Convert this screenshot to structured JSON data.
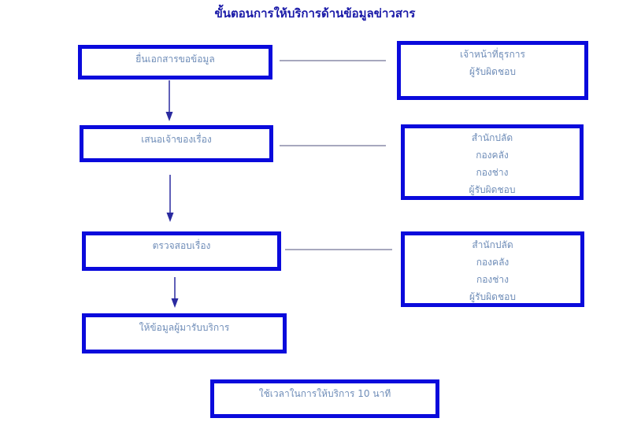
{
  "title": "ขั้นตอนการให้บริการด้านข้อมูลข่าวสาร",
  "steps": [
    {
      "label": "ยื่นเอกสารขอข้อมูล"
    },
    {
      "label": "เสนอเจ้าของเรื่อง"
    },
    {
      "label": "ตรวจสอบเรื่อง"
    },
    {
      "label": "ให้ข้อมูลผู้มารับบริการ"
    }
  ],
  "responsible": [
    {
      "lines": [
        "เจ้าหน้าที่ธุรการ",
        "ผู้รับผิดชอบ"
      ]
    },
    {
      "lines": [
        "สำนักปลัด",
        "กองคลัง",
        "กองช่าง",
        "ผู้รับผิดชอบ"
      ]
    },
    {
      "lines": [
        "สำนักปลัด",
        "กองคลัง",
        "กองช่าง",
        "ผู้รับผิดชอบ"
      ]
    }
  ],
  "footer": {
    "label": "ใช้เวลาในการให้บริการ 10 นาที"
  },
  "colors": {
    "border": "#0a0adc",
    "text": "#6f8db8",
    "title": "#1a1aa8",
    "connector": "#8a8ca8",
    "arrow": "#2a2aa0"
  }
}
